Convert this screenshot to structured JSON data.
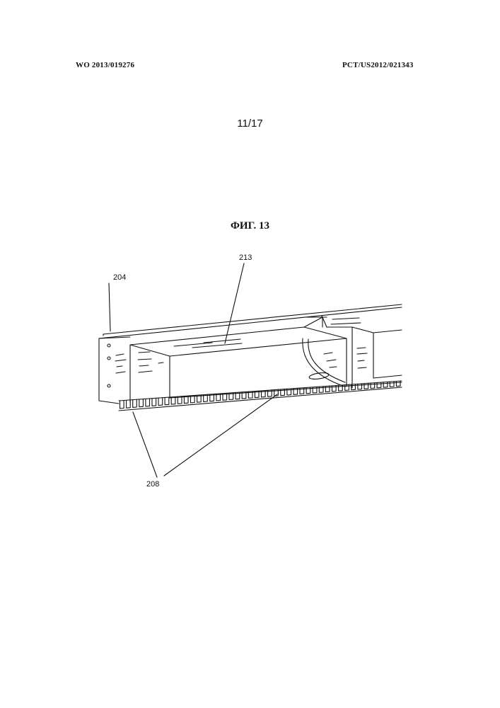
{
  "header": {
    "publication_number": "WO 2013/019276",
    "application_number": "PCT/US2012/021343"
  },
  "sheet_number": "11/17",
  "figure": {
    "title": "ФИГ. 13",
    "reference_numerals": {
      "side_plate": "204",
      "top_panel": "213",
      "teeth": "208"
    }
  },
  "colors": {
    "ink": "#111111",
    "paper": "#ffffff"
  }
}
